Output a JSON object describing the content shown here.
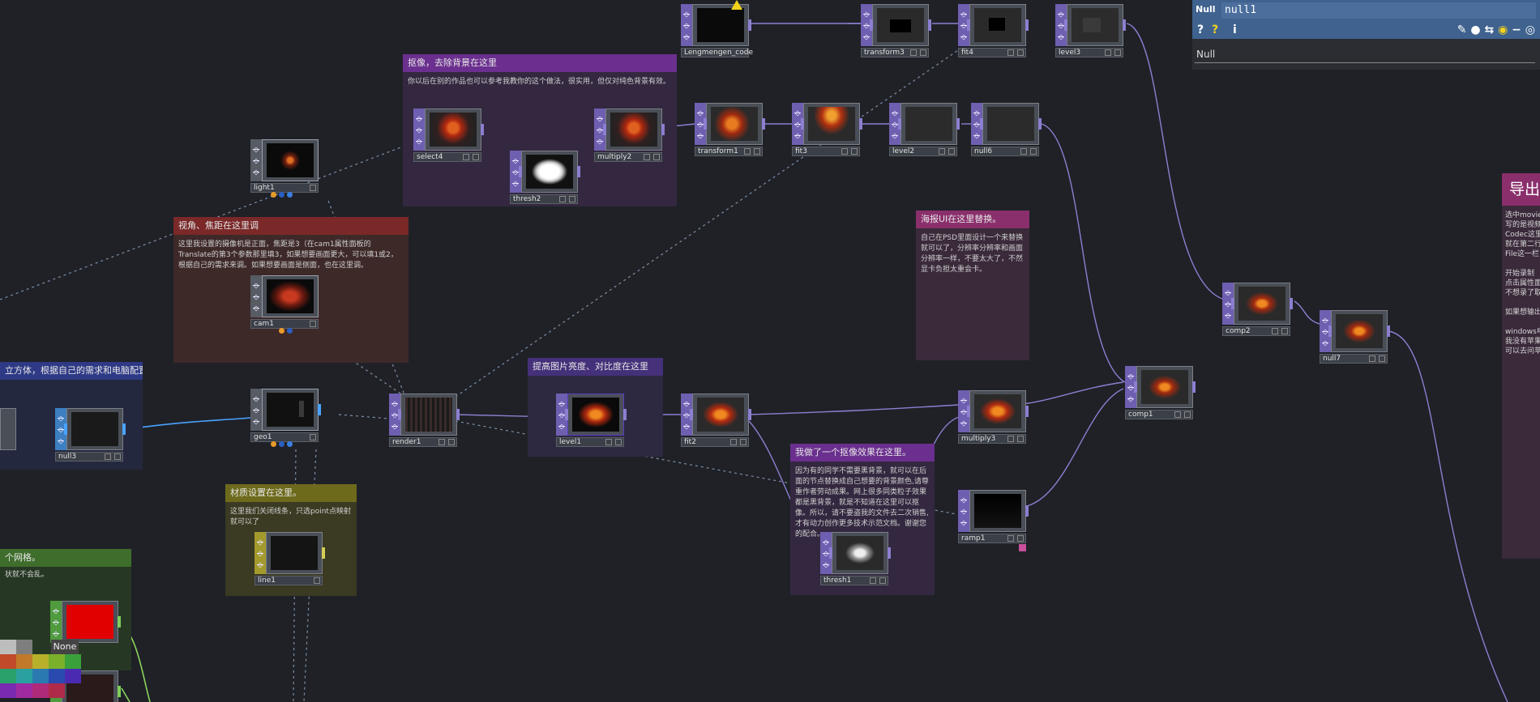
{
  "app": "TouchDesigner",
  "param_panel": {
    "type_label": "Null",
    "node_name": "null1",
    "param_label": "Null",
    "toolbar_icons": [
      "help-icon",
      "python-help-icon",
      "info-icon",
      "pen-icon",
      "comment-icon",
      "clone-icon",
      "python-icon",
      "minus-icon",
      "target-icon"
    ]
  },
  "comments": {
    "matting": {
      "title": "抠像，去除背景在这里",
      "body": "你以后在别的作品也可以参考我教你的这个做法，很实用，但仅对纯色背景有效。"
    },
    "view": {
      "title": "视角、焦距在这里调",
      "body": "这里我设置的摄像机是正面，焦距是3（在cam1属性面板的Translate的第3个参数那里填3，如果想要画面更大，可以填1或2，根据自己的需求来调。如果想要画面是侧面，也在这里调。"
    },
    "poster": {
      "title": "海报UI在这里替换。",
      "body": "自己在PSD里面设计一个来替换就可以了，分辨率分辨率和画面分辨率一样，不要太大了，不然显卡负担太重会卡。"
    },
    "brightness": {
      "title": "提高图片亮度、对比度在这里",
      "body": ""
    },
    "matte_effect": {
      "title": "我做了一个抠像效果在这里。",
      "body": "因为有的同学不需要黑背景，就可以在后面的节点替换成自己想要的背景颜色,请尊重作者劳动成果。网上很多同类粒子效果都是黑背景，就是不知道在这里可以抠像。所以，请不要盗我的文件去二次销售,才有动力创作更多技术示范文档。谢谢您的配合。"
    },
    "material": {
      "title": "材质设置在这里。",
      "body": "这里我们关闭线条，只选point点映射就可以了"
    },
    "cube": {
      "title": "立方体，根据自己的需求和电脑配置来。",
      "body": ""
    },
    "grid": {
      "title": "个网格。",
      "body": "状就不会乱。"
    }
  },
  "export_panel": {
    "title": "导出",
    "body": "选中movie\n写的是视频\nCodec这里\n就在第二行\nFile这一栏\n\n开始录制\n点击属性面\n不想录了取\n\n如果想输出\n\nwindows电\n我没有苹果\n可以去问苹"
  },
  "nodes": {
    "lengmengen": {
      "name": "Lengmengen_code"
    },
    "transform3": {
      "name": "transform3"
    },
    "fit4": {
      "name": "fit4"
    },
    "level3": {
      "name": "level3"
    },
    "select4": {
      "name": "select4"
    },
    "multiply2": {
      "name": "multiply2"
    },
    "thresh2": {
      "name": "thresh2"
    },
    "transform1": {
      "name": "transform1"
    },
    "fit3": {
      "name": "fit3"
    },
    "level2": {
      "name": "level2"
    },
    "null6": {
      "name": "null6"
    },
    "light1": {
      "name": "light1"
    },
    "cam1": {
      "name": "cam1"
    },
    "geo1": {
      "name": "geo1"
    },
    "render1": {
      "name": "render1"
    },
    "level1": {
      "name": "level1"
    },
    "fit2": {
      "name": "fit2"
    },
    "multiply3": {
      "name": "multiply3"
    },
    "comp1": {
      "name": "comp1"
    },
    "comp2": {
      "name": "comp2"
    },
    "null7": {
      "name": "null7"
    },
    "thresh1": {
      "name": "thresh1"
    },
    "ramp1": {
      "name": "ramp1"
    },
    "line1": {
      "name": "line1"
    },
    "null3": {
      "name": "null3"
    }
  },
  "color_picker": {
    "none_label": "None"
  },
  "colors": {
    "background": "#1f2127",
    "top_accent": "#6f5fb0",
    "wire": "#8c7fd0",
    "sop_wire": "#4aa3ff",
    "mat_wire": "#8bd35a"
  }
}
